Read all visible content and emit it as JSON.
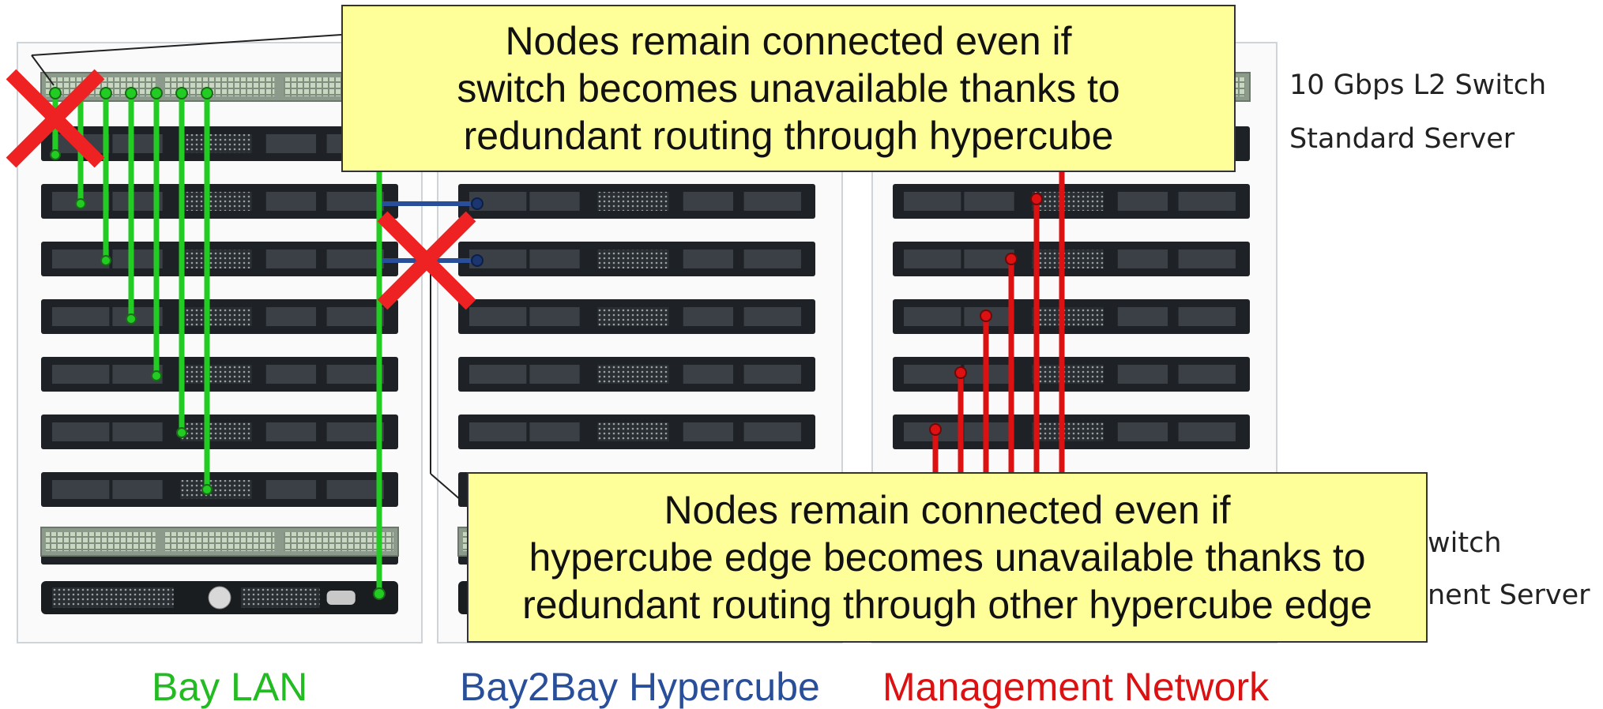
{
  "callouts": {
    "switch_failure": [
      "Nodes remain connected even if",
      "switch becomes unavailable thanks to",
      "redundant routing through hypercube"
    ],
    "edge_failure": [
      "Nodes remain connected even if",
      "hypercube edge becomes unavailable thanks to",
      "redundant routing through other hypercube edge"
    ]
  },
  "legend": {
    "switch": "10 Gbps L2 Switch",
    "server": "Standard Server",
    "mgmt_switch_partial": "witch",
    "mgmt_server_partial": "nent Server"
  },
  "captions": {
    "bay_lan": "Bay LAN",
    "hypercube": "Bay2Bay Hypercube",
    "management": "Management Network"
  },
  "colors": {
    "bay_lan": "#22cc22",
    "hypercube": "#2a4f9a",
    "management": "#dd1111",
    "failure_mark": "#ee2222",
    "callout_fill": "#ffff99",
    "rack_server": "#1e2226",
    "rack_switch": "#8c9a8c"
  },
  "racks": {
    "bay_lan": {
      "servers": 7,
      "has_bottom_switch": true,
      "has_mgmt_server": true
    },
    "hypercube": {
      "servers": 7,
      "has_bottom_switch": true,
      "has_mgmt_server": true
    },
    "management": {
      "servers": 7,
      "has_bottom_switch": true,
      "has_mgmt_server": true
    }
  },
  "failure_marks": [
    {
      "name": "switch-failure-x-mark",
      "target": "bay-lan-switch"
    },
    {
      "name": "edge-failure-x-mark",
      "target": "hypercube-edge"
    }
  ]
}
